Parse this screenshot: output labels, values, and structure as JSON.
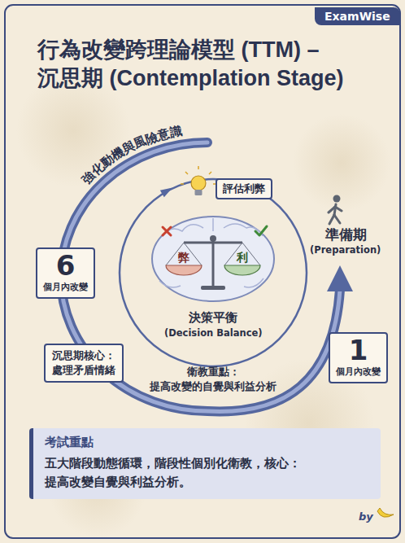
{
  "diagram": {
    "title": "行為改變跨理論模型 (TTM) – 沉思期 (Contemplation Stage)",
    "nodes": [
      {
        "text": [
          "ExamWise"
        ]
      },
      {
        "text": [
          "6",
          "個月內改變"
        ]
      },
      {
        "text": [
          "評估利弊"
        ]
      },
      {
        "text": [
          "1",
          "個月內改變"
        ]
      },
      {
        "text": [
          "沉思期核心：",
          "處理矛盾情緒"
        ]
      },
      {
        "text": [
          "考試重點",
          "五大階段動態循環，階段性個別化衛教，核心：提高改變自覺與利益分析。"
        ]
      }
    ],
    "labels": [
      "強化動機與風險意識",
      "弊",
      "利",
      "決策平衡",
      "(Decision Balance)",
      "準備期",
      "(Preparation)",
      "衛教重點：",
      "提高改變的自覺與利益分析",
      "by"
    ]
  }
}
